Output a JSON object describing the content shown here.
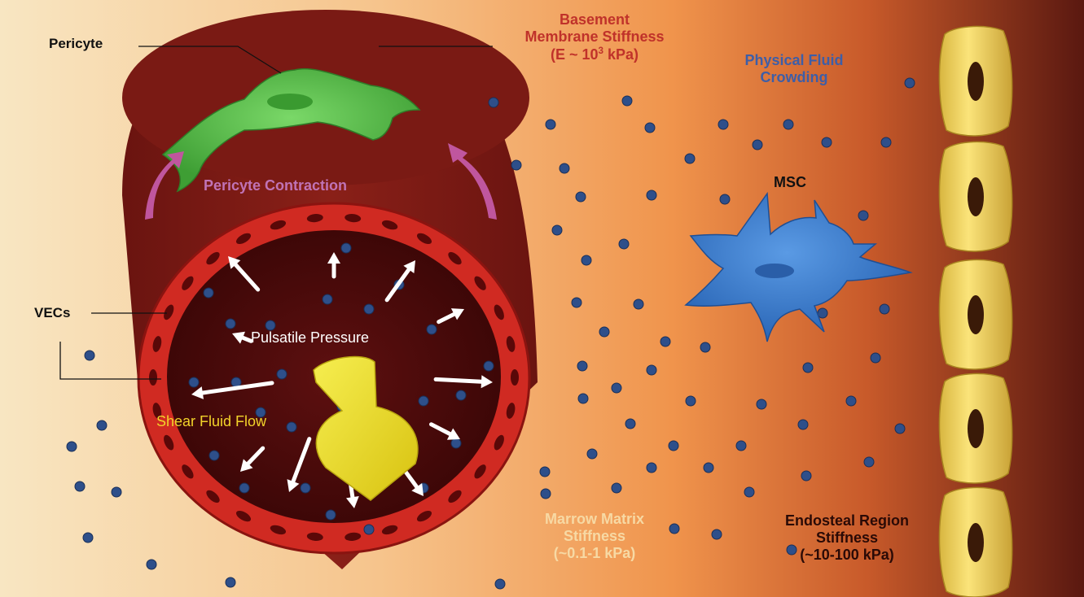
{
  "labels": {
    "pericyte": "Pericyte",
    "basement_title": "Basement",
    "basement_line2": "Membrane Stiffness",
    "basement_value_prefix": "(E ~ 10",
    "basement_value_exp": "3",
    "basement_value_suffix": " kPa)",
    "physical_fluid_line1": "Physical Fluid",
    "physical_fluid_line2": "Crowding",
    "pericyte_contraction": "Pericyte Contraction",
    "msc": "MSC",
    "vecs": "VECs",
    "pulsatile_pressure": "Pulsatile Pressure",
    "shear_fluid_flow": "Shear Fluid Flow",
    "marrow_line1": "Marrow Matrix",
    "marrow_line2": "Stiffness",
    "marrow_line3": "(~0.1-1 kPa)",
    "endosteal_line1": "Endosteal Region",
    "endosteal_line2": "Stiffness",
    "endosteal_line3": "(~10-100 kPa)"
  },
  "colors": {
    "background_left": "#f8e6c2",
    "background_mid": "#f0944c",
    "background_right": "#5a1810",
    "vessel_wall": "#7a1a14",
    "endothelium": "#d02a22",
    "lumen": "#4a0a0a",
    "pericyte": "#5cc44a",
    "msc": "#3b7fd1",
    "osteoblast": "#f2d65a",
    "particle": "#2e4f8a",
    "flow_arrow": "#f0e020",
    "contraction_arrow": "#c0569e",
    "label_dark": "#111111",
    "label_red": "#c0322a",
    "label_blue": "#3d5ea8",
    "label_light": "#f7d9a4",
    "label_white": "#ffffff",
    "label_yellow": "#f2d32a",
    "label_contraction": "#c073b6"
  },
  "icons": [
    "pericyte-cell",
    "msc-cell",
    "osteoblast-cell",
    "fluid-particle",
    "pressure-arrow",
    "shear-flow-arrow",
    "contraction-arrow"
  ]
}
